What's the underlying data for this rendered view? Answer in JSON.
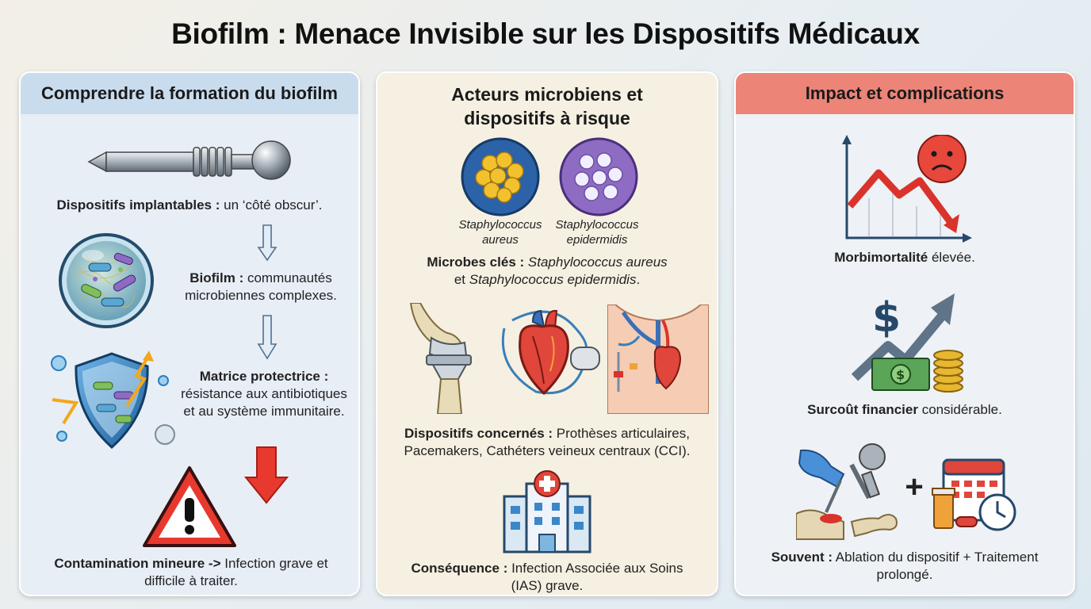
{
  "title": "Biofilm : Menace Invisible sur les Dispositifs Médicaux",
  "panel1": {
    "header": "Comprendre la formation du biofilm",
    "item1_bold": "Dispositifs implantables :",
    "item1_text": " un ‘côté obscur’.",
    "item2_bold": "Biofilm :",
    "item2_text": " communautés microbiennes complexes.",
    "item3_bold": "Matrice protectrice :",
    "item3_text": "résistance aux antibiotiques et au système immunitaire.",
    "item4_bold": "Contamination mineure ->",
    "item4_text": " Infection grave et difficile à traiter."
  },
  "panel2": {
    "header": "Acteurs microbiens et dispositifs à risque",
    "microbe1_label": "Staphylococcus aureus",
    "microbe2_label": "Staphylococcus epidermidis",
    "microbes_bold": "Microbes clés :",
    "microbes_text1": "Staphylococcus aureus",
    "microbes_and": "et",
    "microbes_text2": "Staphylococcus epidermidis",
    "devices_bold": "Dispositifs concernés :",
    "devices_text": " Prothèses articulaires, Pacemakers, Cathéters veineux centraux (CCI).",
    "consequence_bold": "Conséquence :",
    "consequence_text": " Infection Associée aux Soins (IAS) grave."
  },
  "panel3": {
    "header": "Impact et complications",
    "impact1_bold": "Morbimortalité",
    "impact1_text": " élevée.",
    "impact2_bold": "Surcoût financier",
    "impact2_text": " considérable.",
    "impact3_bold": "Souvent :",
    "impact3_text": " Ablation du dispositif + Traitement prolongé."
  },
  "icons": {
    "implant": "implant-screw-icon",
    "biofilm": "biofilm-petri-icon",
    "shield": "protective-shield-icon",
    "warning": "warning-triangle-icon",
    "heart": "heart-pacemaker-icon",
    "hospital": "hospital-icon",
    "chart": "declining-chart-icon",
    "cost": "rising-cost-icon",
    "surgery": "surgery-removal-icon",
    "calendar": "treatment-calendar-icon"
  },
  "colors": {
    "panel1_header": "#c9dcee",
    "panel3_header": "#ec8478",
    "panel2_bg": "#f6f0e2",
    "alert_red": "#e8392f"
  }
}
